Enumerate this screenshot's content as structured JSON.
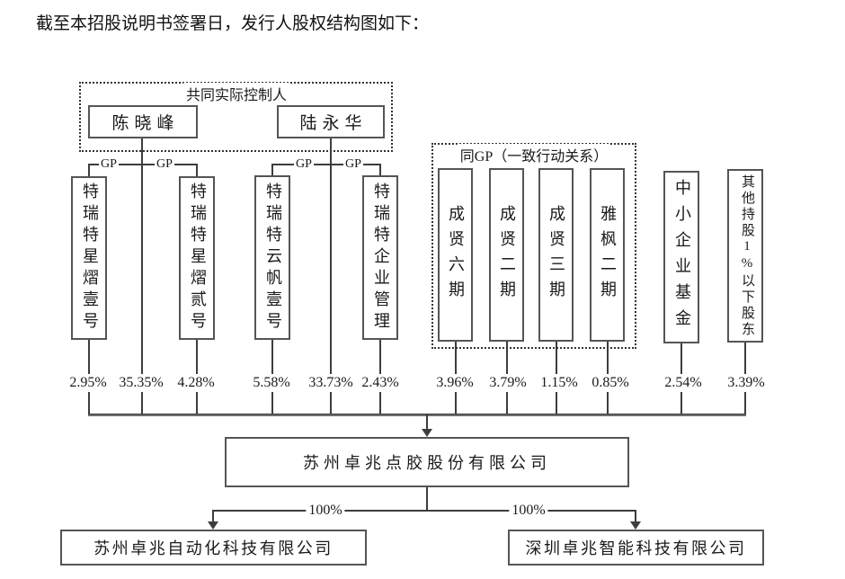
{
  "page": {
    "caption": "截至本招股说明书签署日，发行人股权结构图如下："
  },
  "diagram": {
    "controller_group": {
      "label": "共同实际控制人",
      "members": [
        {
          "name": "陈晓峰",
          "pct": "35.35%"
        },
        {
          "name": "陆永华",
          "pct": "33.73%"
        }
      ]
    },
    "gp_label": "GP",
    "partnerships": [
      {
        "name": "特瑞特星熠壹号",
        "pct": "2.95%"
      },
      {
        "name": "特瑞特星熠贰号",
        "pct": "4.28%"
      },
      {
        "name": "特瑞特云帆壹号",
        "pct": "5.58%"
      },
      {
        "name": "特瑞特企业管理",
        "pct": "2.43%"
      }
    ],
    "acting_in_concert_group": {
      "label": "同GP（一致行动关系）",
      "members": [
        {
          "name": "成贤六期",
          "pct": "3.96%"
        },
        {
          "name": "成贤二期",
          "pct": "3.79%"
        },
        {
          "name": "成贤三期",
          "pct": "1.15%"
        },
        {
          "name": "雅枫二期",
          "pct": "0.85%"
        }
      ]
    },
    "other_shareholders": [
      {
        "name": "中小企业基金",
        "pct": "2.54%"
      },
      {
        "name": "其他持股1%以下股东",
        "pct": "3.39%"
      }
    ],
    "issuer": {
      "name": "苏州卓兆点胶股份有限公司"
    },
    "subsidiaries": [
      {
        "name": "苏州卓兆自动化科技有限公司",
        "pct": "100%"
      },
      {
        "name": "深圳卓兆智能科技有限公司",
        "pct": "100%"
      }
    ]
  }
}
